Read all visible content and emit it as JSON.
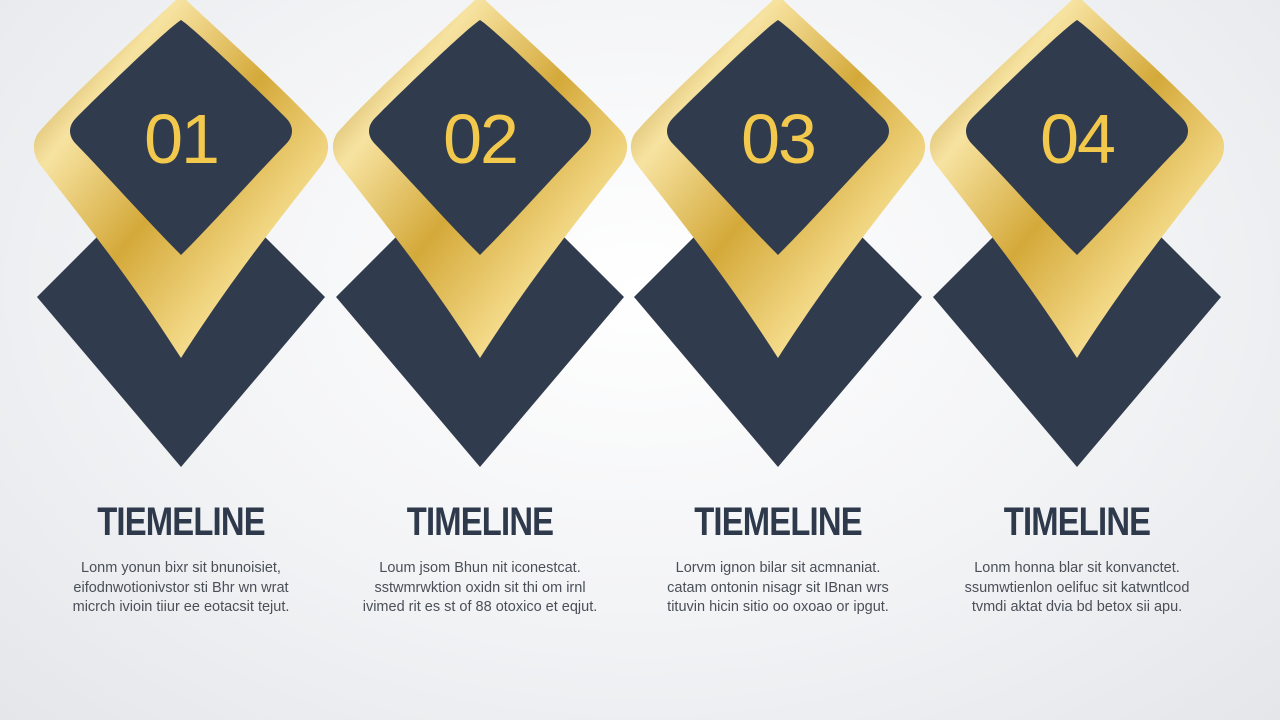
{
  "steps": [
    {
      "number": "01",
      "title": "TIEMELINE",
      "lines": [
        "Lonm yonun bixr sit bnunoisiet,",
        "eifodnwotionivstor sti Bhr wn wrat",
        "micrch ivioin tiiur ee eotacsit tejut."
      ]
    },
    {
      "number": "02",
      "title": "TIMELINE",
      "lines": [
        "Loum jsom Bhun nit iconestcat.",
        "sstwmrwktion oxidn sit thi om irnl",
        "ivimed rit es st of 88 otoxico et eqjut."
      ]
    },
    {
      "number": "03",
      "title": "TIEMELINE",
      "lines": [
        "Lorvm ignon bilar sit acmnaniat.",
        "catam ontonin nisagr sit IBnan wrs",
        "tituvin hicin sitio oo oxoao or ipgut."
      ]
    },
    {
      "number": "04",
      "title": "TIMELINE",
      "lines": [
        "Lonm honna blar sit konvanctet.",
        "ssumwtienlon oelifuc sit katwntlcod",
        "tvmdi aktat dvia bd betox sii apu."
      ]
    }
  ],
  "colors": {
    "navy": "#303b4d",
    "gold_light": "#f7e3a1",
    "gold_mid": "#d4a93a",
    "gold_dark": "#a67c1a",
    "number": "#f2c94c",
    "title": "#2e3a4c",
    "text": "#4a4f58"
  }
}
